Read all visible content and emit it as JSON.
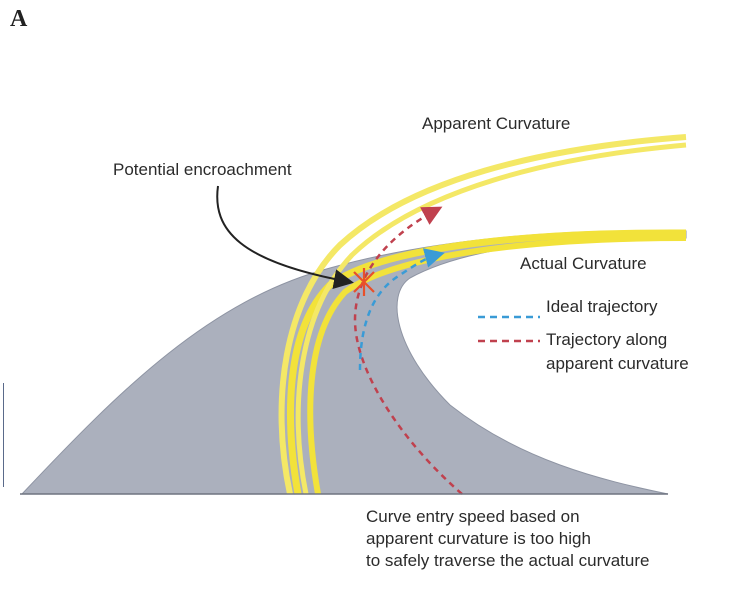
{
  "panel_letter": "A",
  "labels": {
    "apparent_curvature": "Apparent Curvature",
    "actual_curvature": "Actual Curvature",
    "potential_encroachment": "Potential encroachment"
  },
  "legend": {
    "ideal": "Ideal trajectory",
    "apparent_line1": "Trajectory along",
    "apparent_line2": "apparent curvature"
  },
  "note": {
    "line1": "Curve entry speed based on",
    "line2": "apparent curvature is too high",
    "line3": "to safely traverse the actual curvature"
  },
  "colors": {
    "road": "#abb0bd",
    "road_edge": "#8e94a3",
    "lane_yellow": "#f2e23a",
    "ideal_trajectory": "#3a9bd6",
    "apparent_trajectory": "#c0414e",
    "encroachment_marker": "#e8502a"
  }
}
